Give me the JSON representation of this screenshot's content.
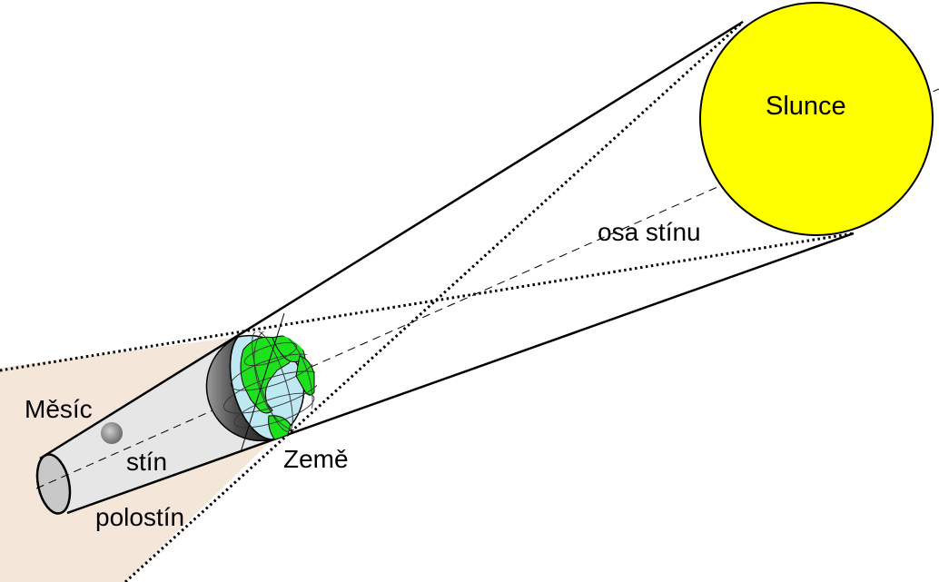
{
  "labels": {
    "sun": "Slunce",
    "axis": "osa stínu",
    "moon": "Měsíc",
    "umbra": "stín",
    "penumbra": "polostín",
    "earth": "Země"
  },
  "colors": {
    "background": "#ffffff",
    "sun": "#ffff00",
    "penumbra_fill": "#f5e6da",
    "umbra_fill": "#e6e6e6",
    "ocean": "#bfe9f2",
    "land": "#1ee11e",
    "night_side": "#3c3c3c",
    "moon": "#8c8c8c",
    "lines": "#000000"
  }
}
